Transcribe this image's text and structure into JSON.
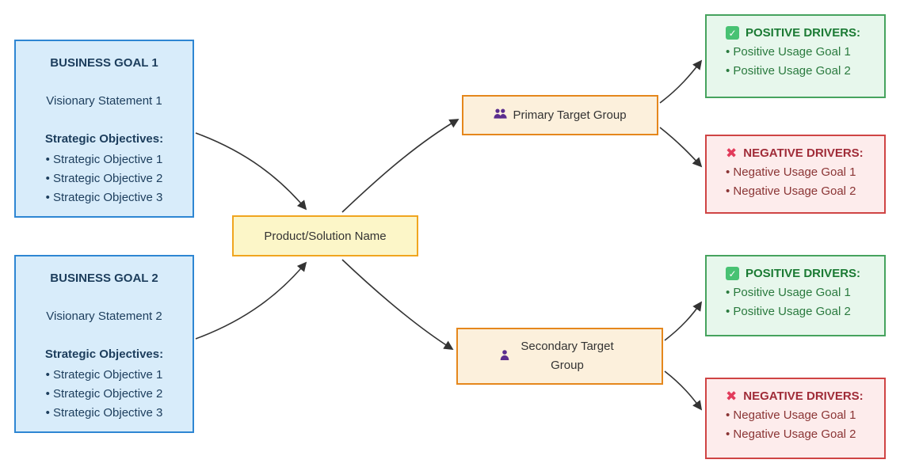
{
  "goals": [
    {
      "title": "BUSINESS GOAL 1",
      "vision": "Visionary Statement 1",
      "objectives_label": "Strategic Objectives:",
      "objectives": [
        "Strategic Objective 1",
        "Strategic Objective 2",
        "Strategic Objective 3"
      ]
    },
    {
      "title": "BUSINESS GOAL 2",
      "vision": "Visionary Statement 2",
      "objectives_label": "Strategic Objectives:",
      "objectives": [
        "Strategic Objective 1",
        "Strategic Objective 2",
        "Strategic Objective 3"
      ]
    }
  ],
  "product": {
    "label": "Product/Solution Name"
  },
  "targets": [
    {
      "label": "Primary Target Group",
      "icon": "people-icon"
    },
    {
      "label": "Secondary Target Group",
      "icon": "person-icon"
    }
  ],
  "drivers": [
    {
      "kind": "positive",
      "icon": "check-icon",
      "title": "POSITIVE DRIVERS:",
      "items": [
        "Positive Usage Goal 1",
        "Positive Usage Goal 2"
      ]
    },
    {
      "kind": "negative",
      "icon": "cross-icon",
      "title": "NEGATIVE DRIVERS:",
      "items": [
        "Negative Usage Goal 1",
        "Negative Usage Goal 2"
      ]
    },
    {
      "kind": "positive",
      "icon": "check-icon",
      "title": "POSITIVE DRIVERS:",
      "items": [
        "Positive Usage Goal 1",
        "Positive Usage Goal 2"
      ]
    },
    {
      "kind": "negative",
      "icon": "cross-icon",
      "title": "NEGATIVE DRIVERS:",
      "items": [
        "Negative Usage Goal 1",
        "Negative Usage Goal 2"
      ]
    }
  ],
  "icons": {
    "check_glyph": "✓",
    "cross_glyph": "✖"
  },
  "colors": {
    "goal_bg": "#d8ecfa",
    "goal_border": "#2e86d3",
    "goal_text": "#1c3d5c",
    "product_bg": "#fcf6c8",
    "product_border": "#f0a51f",
    "target_bg": "#fcf0dc",
    "target_border": "#e5871c",
    "positive_bg": "#e7f7ec",
    "positive_border": "#46a35e",
    "positive_text": "#1a7a33",
    "negative_bg": "#fdecec",
    "negative_border": "#cf4444",
    "negative_text": "#a02c38",
    "edge": "#333333",
    "icon_purple": "#5b2d8e",
    "check_badge": "#48c273",
    "x_mark": "#e23b5b"
  }
}
